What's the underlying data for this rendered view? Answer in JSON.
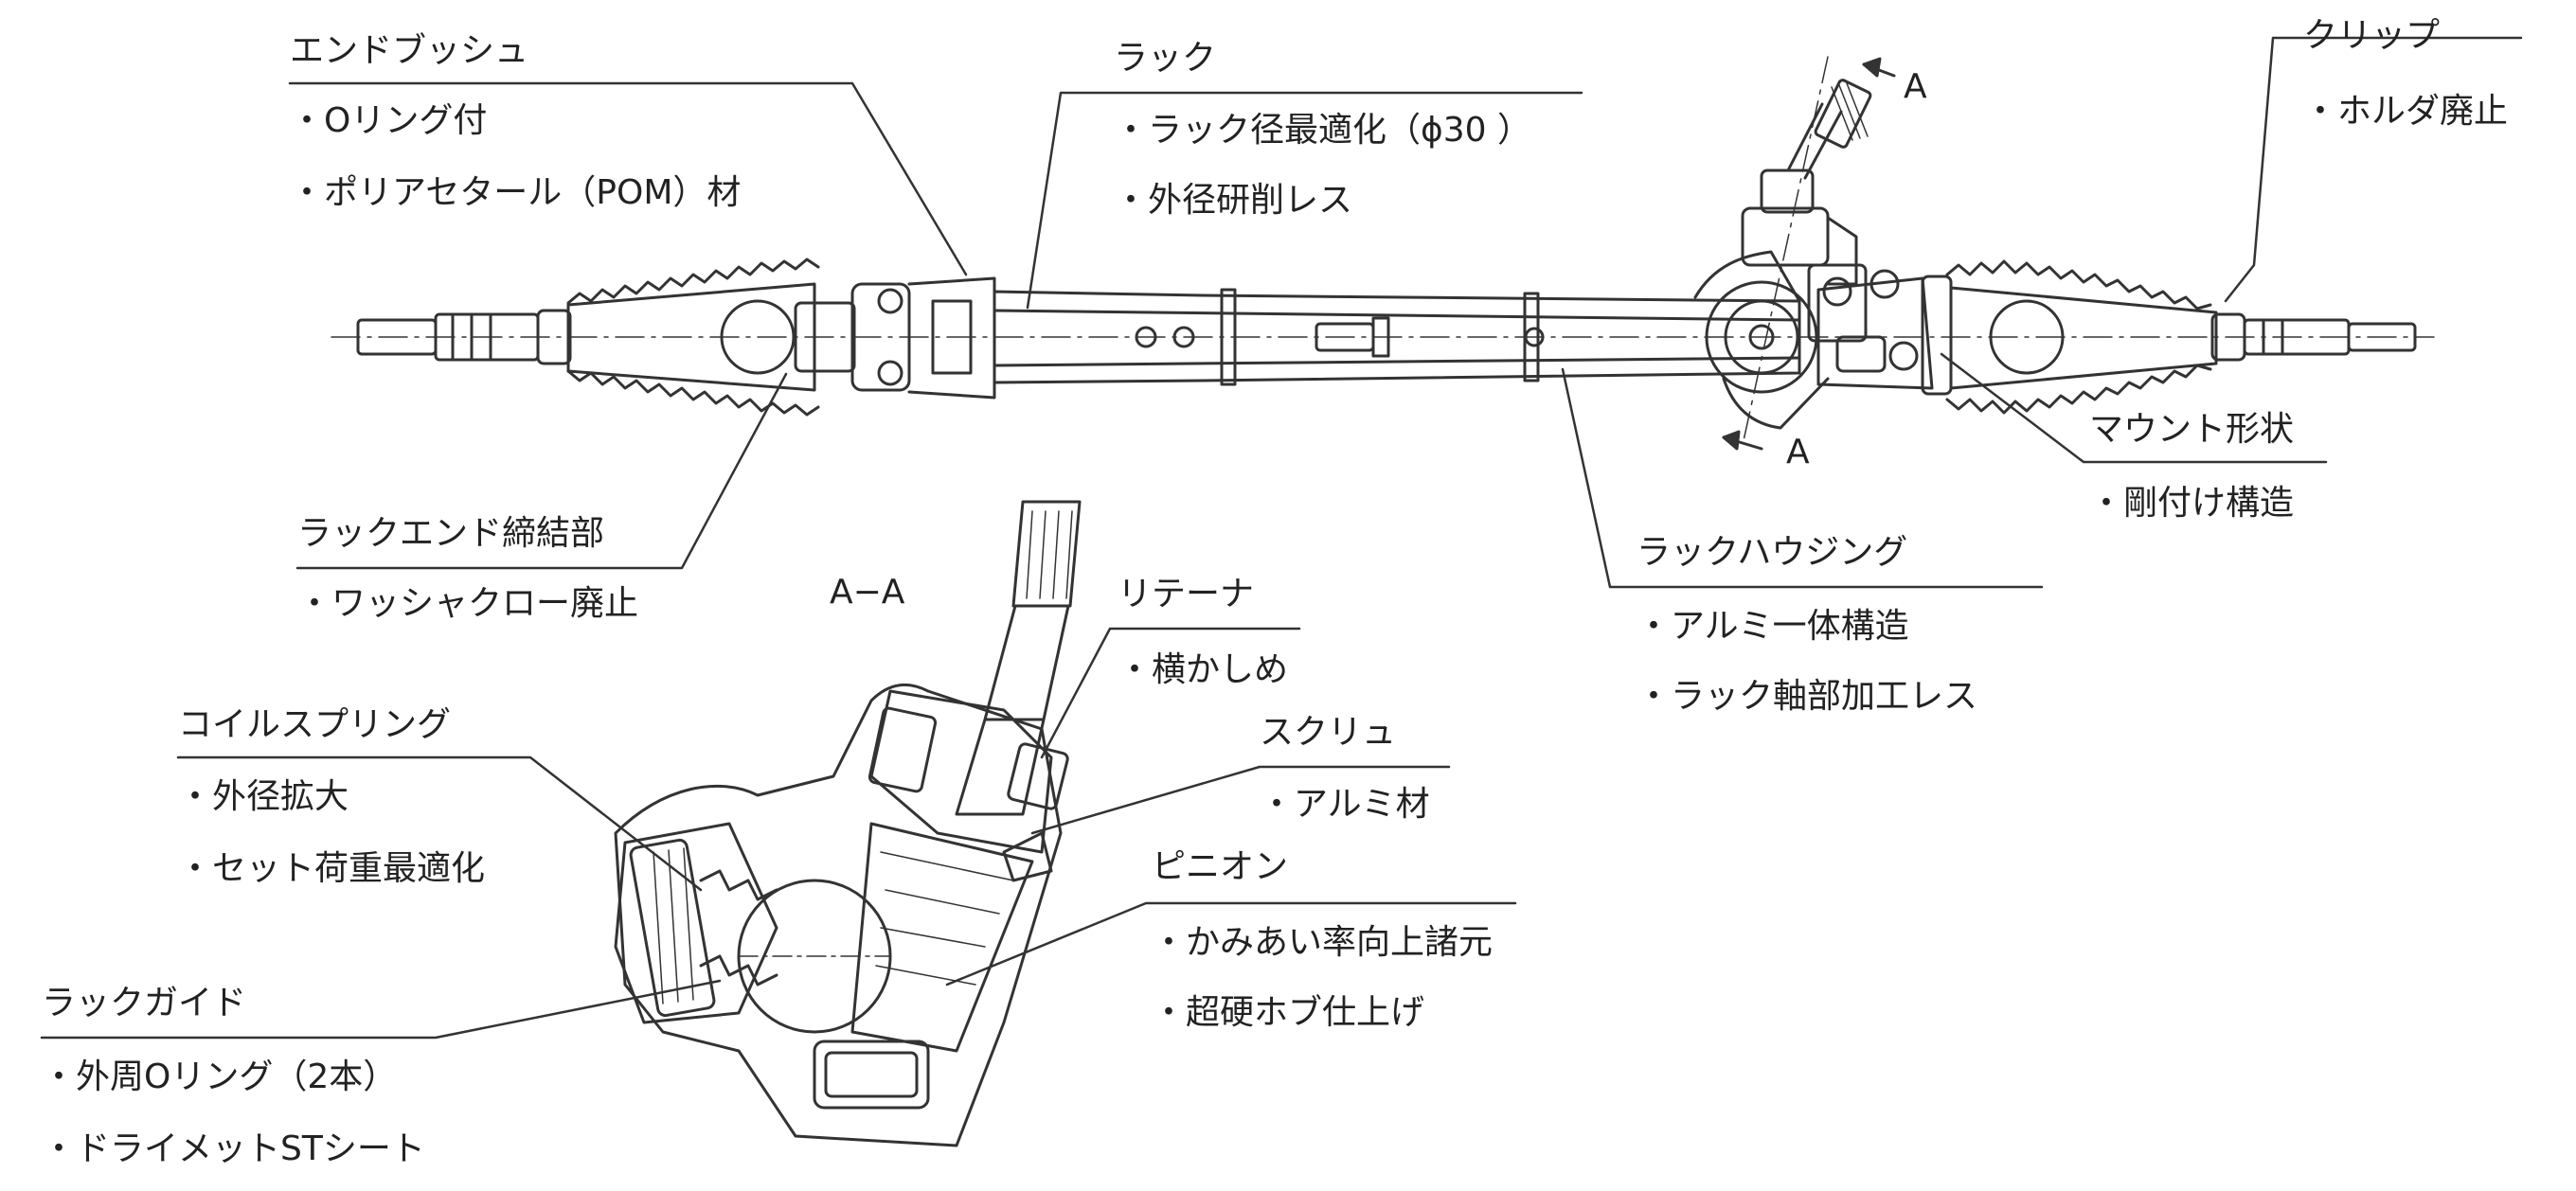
{
  "colors": {
    "ink": "#222222",
    "line": "#333333",
    "paper": "#ffffff"
  },
  "section_marks": {
    "a_top": "A",
    "a_bottom": "A",
    "section_title": "A−A"
  },
  "callouts": [
    {
      "id": "end-bush",
      "title": "エンドブッシュ",
      "items": [
        "・Oリング付",
        "・ポリアセタール（POM）材"
      ]
    },
    {
      "id": "rack",
      "title": "ラック",
      "items": [
        "・ラック径最適化（ϕ30 ）",
        "・外径研削レス"
      ]
    },
    {
      "id": "clip",
      "title": "クリップ",
      "items": [
        "・ホルダ廃止"
      ]
    },
    {
      "id": "rack-end-joint",
      "title": "ラックエンド締結部",
      "items": [
        "・ワッシャクロー廃止"
      ]
    },
    {
      "id": "mount-shape",
      "title": "マウント形状",
      "items": [
        "・剛付け構造"
      ]
    },
    {
      "id": "rack-housing",
      "title": "ラックハウジング",
      "items": [
        "・アルミ一体構造",
        "・ラック軸部加工レス"
      ]
    },
    {
      "id": "retainer",
      "title": "リテーナ",
      "items": [
        "・横かしめ"
      ]
    },
    {
      "id": "coil-spring",
      "title": "コイルスプリング",
      "items": [
        "・外径拡大",
        "・セット荷重最適化"
      ]
    },
    {
      "id": "screw",
      "title": "スクリュ",
      "items": [
        "・アルミ材"
      ]
    },
    {
      "id": "pinion",
      "title": "ピニオン",
      "items": [
        "・かみあい率向上諸元",
        "・超硬ホブ仕上げ"
      ]
    },
    {
      "id": "rack-guide",
      "title": "ラックガイド",
      "items": [
        "・外周Oリング（2本）",
        "・ドライメットSTシート"
      ]
    }
  ]
}
